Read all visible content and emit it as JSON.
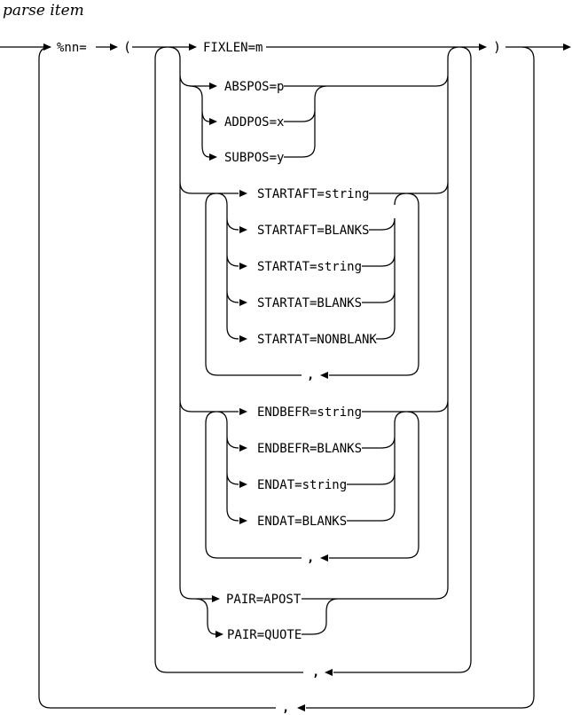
{
  "title": "parse item",
  "colors": {
    "line": "#000000",
    "background": "#ffffff"
  },
  "syntax": {
    "item_label": "%nn=",
    "open_paren": "(",
    "close_paren": ")",
    "separator": ",",
    "fixlen": "FIXLEN=m",
    "position_options": [
      "ABSPOS=p",
      "ADDPOS=x",
      "SUBPOS=y"
    ],
    "start_options": [
      "STARTAFT=string",
      "STARTAFT=BLANKS",
      "STARTAT=string",
      "STARTAT=BLANKS",
      "STARTAT=NONBLANK"
    ],
    "end_options": [
      "ENDBEFR=string",
      "ENDBEFR=BLANKS",
      "ENDAT=string",
      "ENDAT=BLANKS"
    ],
    "pair_options": [
      "PAIR=APOST",
      "PAIR=QUOTE"
    ]
  }
}
